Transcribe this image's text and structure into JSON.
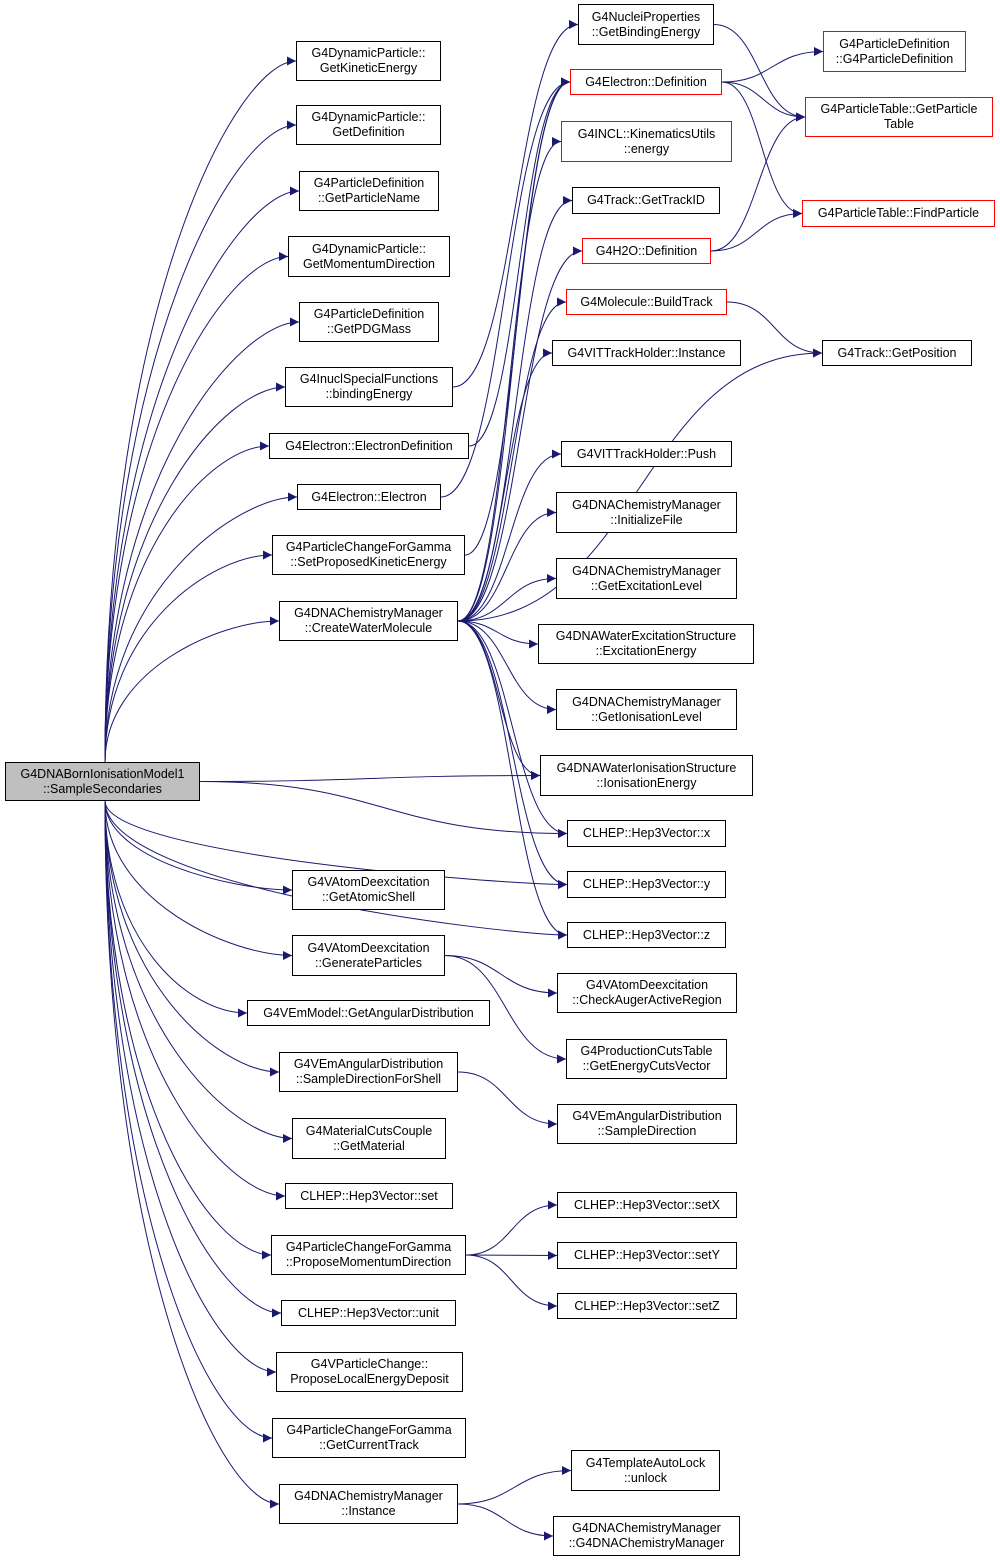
{
  "colors": {
    "edge": "#191970",
    "node_border": "#000000",
    "truncated_border": "#ff0000",
    "root_fill": "#bfbfbf",
    "background": "#ffffff"
  },
  "nodes": {
    "root": [
      "G4DNABornIonisationModel1",
      "::SampleSecondaries"
    ],
    "dp_kin": [
      "G4DynamicParticle::",
      "GetKineticEnergy"
    ],
    "dp_def": [
      "G4DynamicParticle::",
      "GetDefinition"
    ],
    "pd_name": [
      "G4ParticleDefinition",
      "::GetParticleName"
    ],
    "dp_mom": [
      "G4DynamicParticle::",
      "GetMomentumDirection"
    ],
    "pd_mass": [
      "G4ParticleDefinition",
      "::GetPDGMass"
    ],
    "inucl": [
      "G4InuclSpecialFunctions",
      "::bindingEnergy"
    ],
    "eldef": [
      "G4Electron::ElectronDefinition"
    ],
    "el": [
      "G4Electron::Electron"
    ],
    "pcg_set": [
      "G4ParticleChangeForGamma",
      "::SetProposedKineticEnergy"
    ],
    "cwm": [
      "G4DNAChemistryManager",
      "::CreateWaterMolecule"
    ],
    "vad_shell": [
      "G4VAtomDeexcitation",
      "::GetAtomicShell"
    ],
    "vad_gen": [
      "G4VAtomDeexcitation",
      "::GenerateParticles"
    ],
    "vem_ang": [
      "G4VEmModel::GetAngularDistribution"
    ],
    "vead_shell": [
      "G4VEmAngularDistribution",
      "::SampleDirectionForShell"
    ],
    "mcc": [
      "G4MaterialCutsCouple",
      "::GetMaterial"
    ],
    "h3_set": [
      "CLHEP::Hep3Vector::set"
    ],
    "pcg_mom": [
      "G4ParticleChangeForGamma",
      "::ProposeMomentumDirection"
    ],
    "h3_unit": [
      "CLHEP::Hep3Vector::unit"
    ],
    "vpc": [
      "G4VParticleChange::",
      "ProposeLocalEnergyDeposit"
    ],
    "pcg_track": [
      "G4ParticleChangeForGamma",
      "::GetCurrentTrack"
    ],
    "cm_inst": [
      "G4DNAChemistryManager",
      "::Instance"
    ],
    "np": [
      "G4NucleiProperties",
      "::GetBindingEnergy"
    ],
    "el_def": [
      "G4Electron::Definition"
    ],
    "incl": [
      "G4INCL::KinematicsUtils",
      "::energy"
    ],
    "trk_id": [
      "G4Track::GetTrackID"
    ],
    "h2o": [
      "G4H2O::Definition"
    ],
    "mol": [
      "G4Molecule::BuildTrack"
    ],
    "vit_inst": [
      "G4VITTrackHolder::Instance"
    ],
    "vit_push": [
      "G4VITTrackHolder::Push"
    ],
    "cm_init": [
      "G4DNAChemistryManager",
      "::InitializeFile"
    ],
    "cm_exc": [
      "G4DNAChemistryManager",
      "::GetExcitationLevel"
    ],
    "wes": [
      "G4DNAWaterExcitationStructure",
      "::ExcitationEnergy"
    ],
    "cm_ion": [
      "G4DNAChemistryManager",
      "::GetIonisationLevel"
    ],
    "wis": [
      "G4DNAWaterIonisationStructure",
      "::IonisationEnergy"
    ],
    "h3x": [
      "CLHEP::Hep3Vector::x"
    ],
    "h3y": [
      "CLHEP::Hep3Vector::y"
    ],
    "h3z": [
      "CLHEP::Hep3Vector::z"
    ],
    "vad_auger": [
      "G4VAtomDeexcitation",
      "::CheckAugerActiveRegion"
    ],
    "pct": [
      "G4ProductionCutsTable",
      "::GetEnergyCutsVector"
    ],
    "vead_dir": [
      "G4VEmAngularDistribution",
      "::SampleDirection"
    ],
    "h3_setx": [
      "CLHEP::Hep3Vector::setX"
    ],
    "h3_sety": [
      "CLHEP::Hep3Vector::setY"
    ],
    "h3_setz": [
      "CLHEP::Hep3Vector::setZ"
    ],
    "tal": [
      "G4TemplateAutoLock",
      "::unlock"
    ],
    "cm_ctor": [
      "G4DNAChemistryManager",
      "::G4DNAChemistryManager"
    ],
    "pd_ctor": [
      "G4ParticleDefinition",
      "::G4ParticleDefinition"
    ],
    "pt_get": [
      "G4ParticleTable::GetParticle",
      "Table"
    ],
    "pt_find": [
      "G4ParticleTable::FindParticle"
    ],
    "trk_pos": [
      "G4Track::GetPosition"
    ]
  },
  "edges": [
    [
      "root",
      "dp_kin"
    ],
    [
      "root",
      "dp_def"
    ],
    [
      "root",
      "pd_name"
    ],
    [
      "root",
      "dp_mom"
    ],
    [
      "root",
      "pd_mass"
    ],
    [
      "root",
      "inucl"
    ],
    [
      "root",
      "eldef"
    ],
    [
      "root",
      "el"
    ],
    [
      "root",
      "pcg_set"
    ],
    [
      "root",
      "cwm"
    ],
    [
      "root",
      "wis"
    ],
    [
      "root",
      "h3x"
    ],
    [
      "root",
      "h3y"
    ],
    [
      "root",
      "h3z"
    ],
    [
      "root",
      "vad_shell"
    ],
    [
      "root",
      "vad_gen"
    ],
    [
      "root",
      "vem_ang"
    ],
    [
      "root",
      "vead_shell"
    ],
    [
      "root",
      "mcc"
    ],
    [
      "root",
      "h3_set"
    ],
    [
      "root",
      "pcg_mom"
    ],
    [
      "root",
      "h3_unit"
    ],
    [
      "root",
      "vpc"
    ],
    [
      "root",
      "pcg_track"
    ],
    [
      "root",
      "cm_inst"
    ],
    [
      "inucl",
      "np"
    ],
    [
      "eldef",
      "el_def"
    ],
    [
      "el",
      "el_def"
    ],
    [
      "pcg_set",
      "el_def"
    ],
    [
      "cwm",
      "el_def"
    ],
    [
      "cwm",
      "incl"
    ],
    [
      "cwm",
      "trk_id"
    ],
    [
      "cwm",
      "h2o"
    ],
    [
      "cwm",
      "mol"
    ],
    [
      "cwm",
      "vit_inst"
    ],
    [
      "cwm",
      "vit_push"
    ],
    [
      "cwm",
      "cm_init"
    ],
    [
      "cwm",
      "cm_exc"
    ],
    [
      "cwm",
      "wes"
    ],
    [
      "cwm",
      "cm_ion"
    ],
    [
      "cwm",
      "wis"
    ],
    [
      "cwm",
      "h3x"
    ],
    [
      "cwm",
      "h3y"
    ],
    [
      "cwm",
      "h3z"
    ],
    [
      "cwm",
      "trk_pos"
    ],
    [
      "np",
      "pt_get"
    ],
    [
      "el_def",
      "pd_ctor"
    ],
    [
      "el_def",
      "pt_get"
    ],
    [
      "el_def",
      "pt_find"
    ],
    [
      "h2o",
      "pt_get"
    ],
    [
      "h2o",
      "pt_find"
    ],
    [
      "mol",
      "trk_pos"
    ],
    [
      "vad_gen",
      "vad_auger"
    ],
    [
      "vad_gen",
      "pct"
    ],
    [
      "vead_shell",
      "vead_dir"
    ],
    [
      "pcg_mom",
      "h3_setx"
    ],
    [
      "pcg_mom",
      "h3_sety"
    ],
    [
      "pcg_mom",
      "h3_setz"
    ],
    [
      "cm_inst",
      "tal"
    ],
    [
      "cm_inst",
      "cm_ctor"
    ]
  ]
}
